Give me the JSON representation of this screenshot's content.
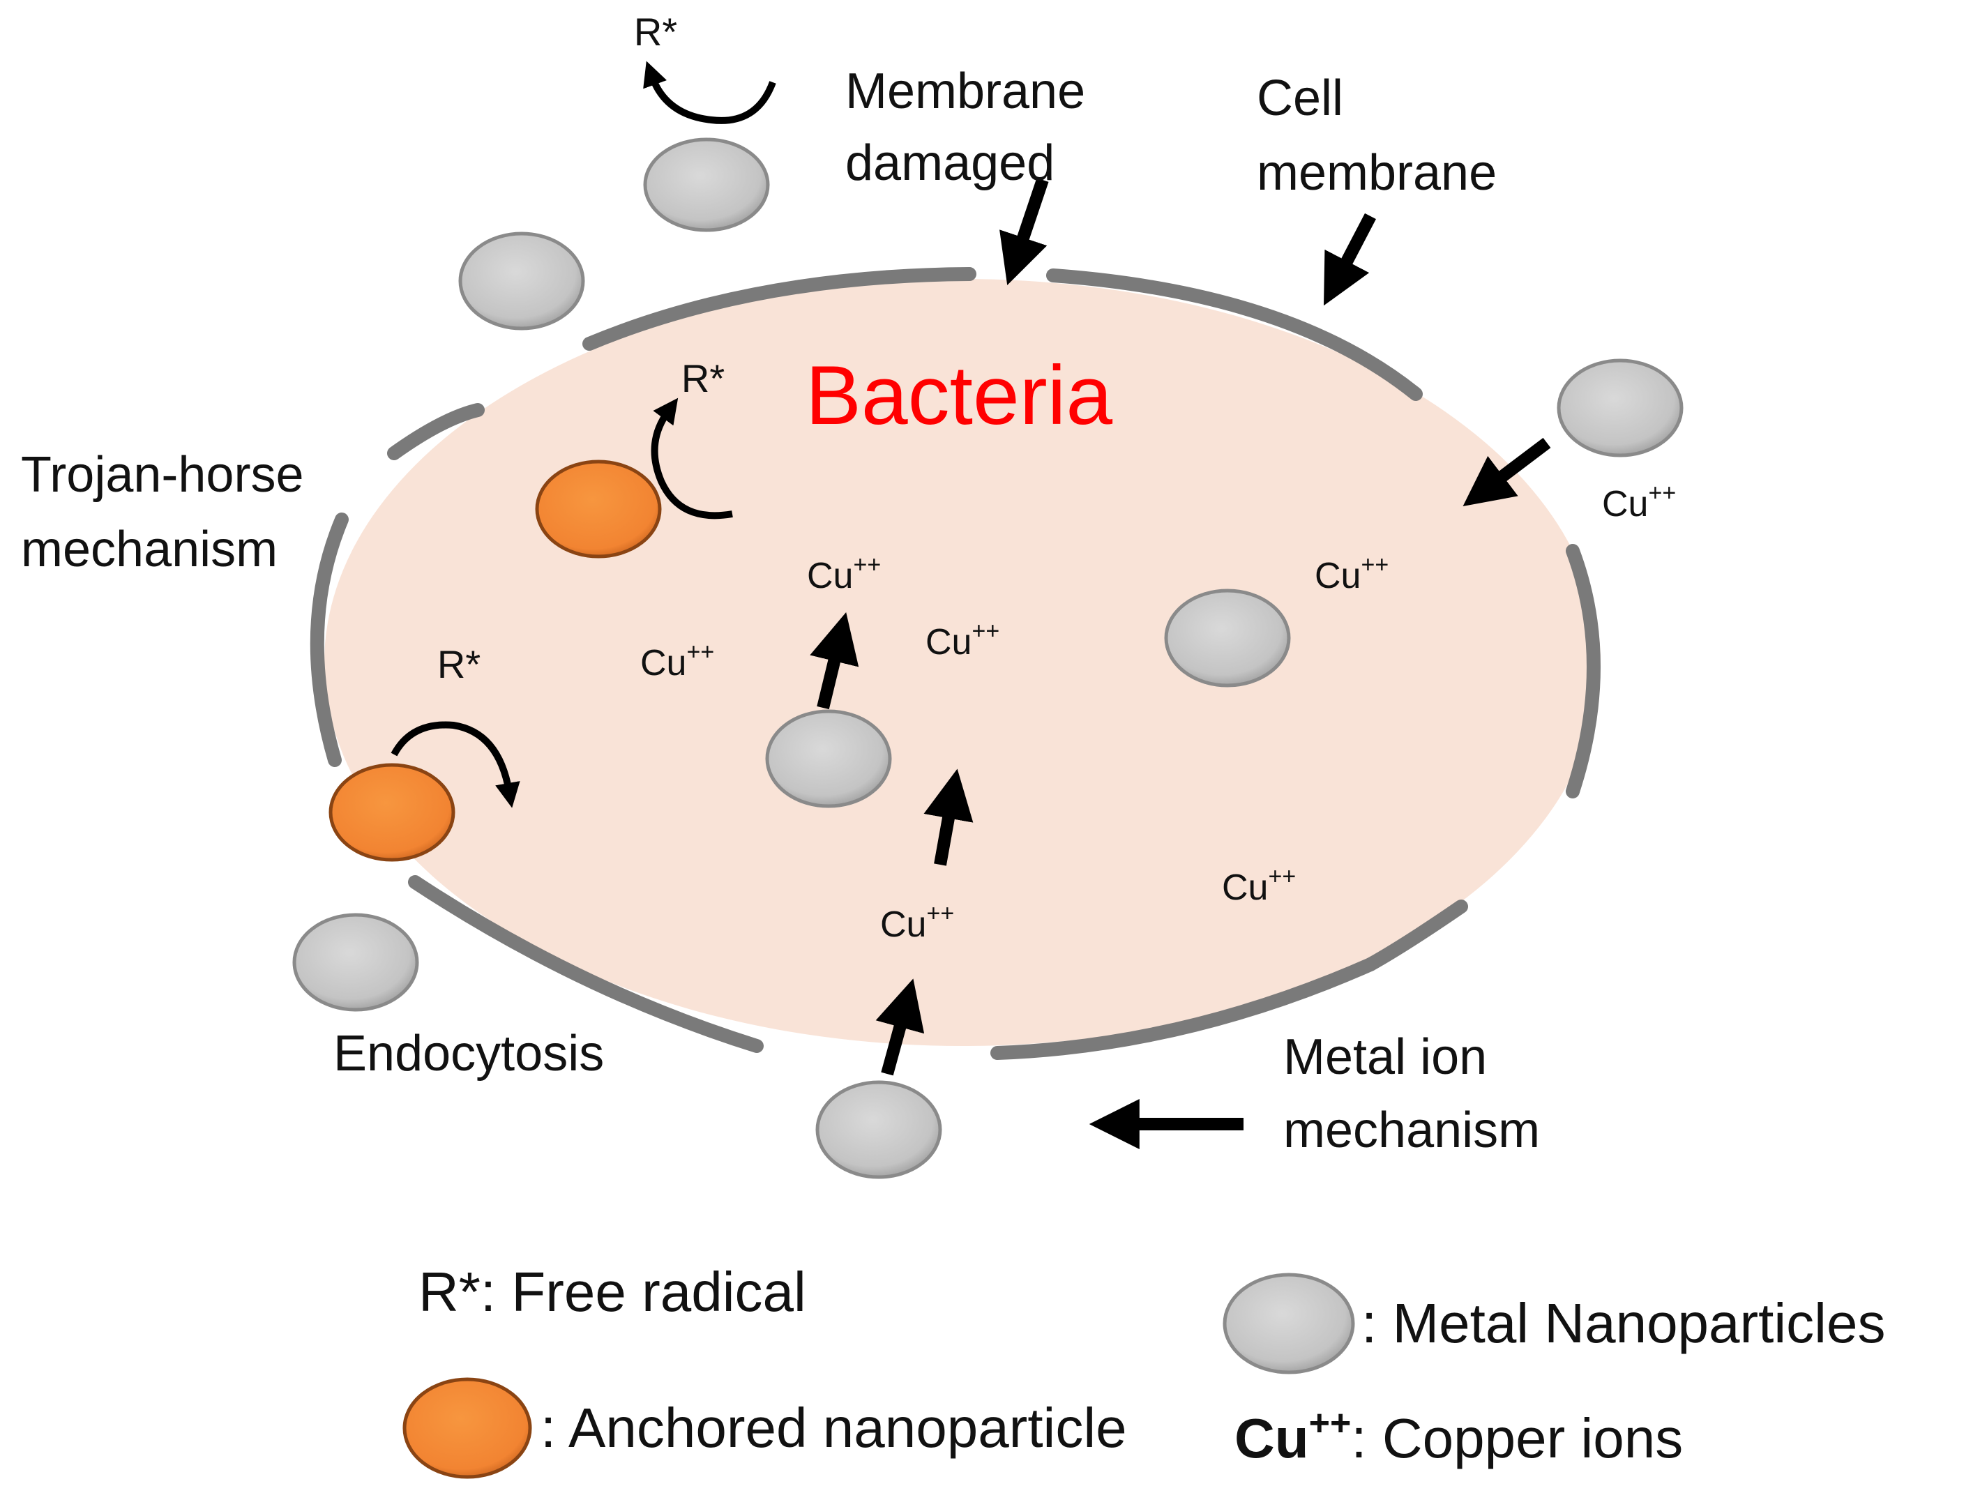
{
  "colors": {
    "cell_fill": "#f9e3d7",
    "membrane": "#7a7a7a",
    "metal_np": "#c8c8c8",
    "anchored_np": "#f58b3c",
    "title": "#ff0000",
    "arrow": "#000000"
  },
  "title": "Bacteria",
  "labels": {
    "membrane_damaged_1": "Membrane",
    "membrane_damaged_2": "damaged",
    "cell_membrane_1": "Cell",
    "cell_membrane_2": "membrane",
    "trojan_1": "Trojan-horse",
    "trojan_2": "mechanism",
    "endocytosis": "Endocytosis",
    "metal_ion_1": "Metal ion",
    "metal_ion_2": "mechanism"
  },
  "ion": {
    "base": "Cu",
    "charge": "++"
  },
  "radical": "R*",
  "legend": {
    "radical_key": "R*",
    "radical_text": ": Free radical",
    "anchored_text": ": Anchored nanoparticle",
    "metal_text": ": Metal Nanoparticles",
    "copper_key_base": "Cu",
    "copper_key_charge": "++",
    "copper_text": ": Copper ions"
  },
  "icons": {
    "metal_np": "gray-ellipse-icon",
    "anchored_np": "orange-ellipse-icon",
    "arrow": "black-arrow-icon",
    "curved_arrow": "curved-arrow-icon"
  }
}
